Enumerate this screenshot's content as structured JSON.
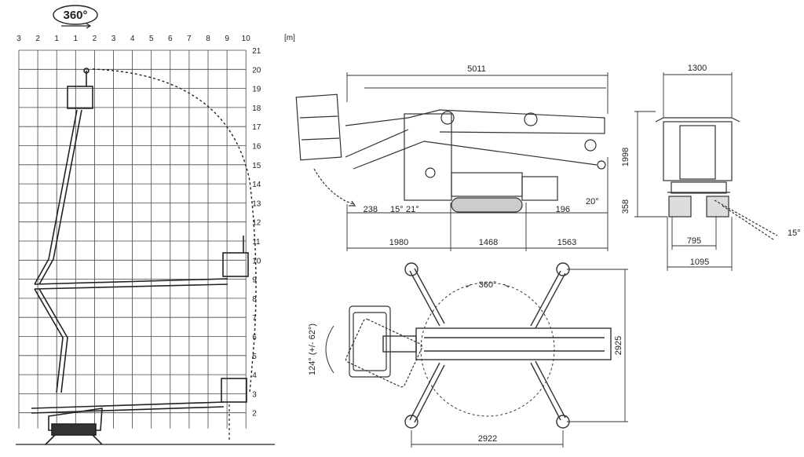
{
  "rotation_badge": "360°",
  "range_chart": {
    "x_unit": "[m]",
    "x_ticks": [
      "3",
      "2",
      "1",
      "1",
      "2",
      "3",
      "4",
      "5",
      "6",
      "7",
      "8",
      "9",
      "10"
    ],
    "y_ticks": [
      "21",
      "20",
      "19",
      "18",
      "17",
      "16",
      "15",
      "14",
      "13",
      "12",
      "11",
      "10",
      "9",
      "8",
      "7",
      "6",
      "5",
      "4",
      "3",
      "2"
    ]
  },
  "side_view": {
    "overall_length": "5011",
    "angle_front": "15°",
    "angle_mid": "21°",
    "angle_rear": "20°",
    "dim_238": "238",
    "dim_196": "196",
    "seg_front": "1980",
    "seg_mid": "1468",
    "seg_rear": "1563"
  },
  "front_view": {
    "width_top": "1300",
    "height": "1998",
    "ground_clearance": "358",
    "track_inner": "795",
    "track_outer": "1095",
    "tilt_angle": "15°"
  },
  "top_view": {
    "slew": "360°",
    "basket_rotation": "124° (+/- 62°)",
    "outrigger_length": "2925",
    "outrigger_width": "2922"
  }
}
